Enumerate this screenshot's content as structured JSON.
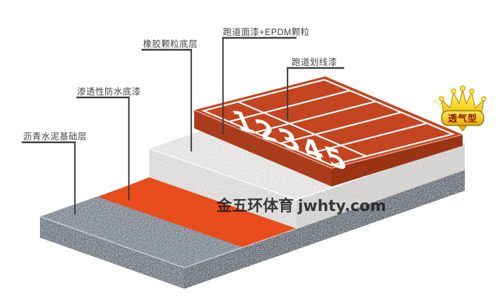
{
  "diagram": {
    "labels": {
      "asphalt_base": "沥青水泥基础层",
      "waterproof_primer": "渗透性防水底漆",
      "rubber_base": "橡胶颗粒底层",
      "topcoat_epdm": "跑道面漆+EPDM颗粒",
      "line_paint": "跑道划线漆"
    },
    "lane_numbers": [
      "1",
      "2",
      "3",
      "4",
      "5"
    ],
    "watermark": {
      "brand": "金五环体育",
      "site": "jwhty.com"
    },
    "badge": {
      "text": "透气型"
    },
    "colors": {
      "track_top": "#c7401b",
      "track_face_left": "#a83413",
      "track_face_right": "#952c0e",
      "rubber_top": "#f2f1ef",
      "rubber_face_left": "#e9e8e5",
      "rubber_face_right": "#dfdedb",
      "base_top": "#6d7682",
      "base_face_left": "#5b636f",
      "base_face_right": "#4e5661",
      "primer_orange": "#f04a18",
      "marking_white": "#ffffff",
      "leader_line": "#3a3a3a",
      "label_text": "#454545",
      "watermark_text": "#1b1b1b",
      "badge_text": "#8f1300",
      "badge_gold": "#ffd826"
    }
  }
}
